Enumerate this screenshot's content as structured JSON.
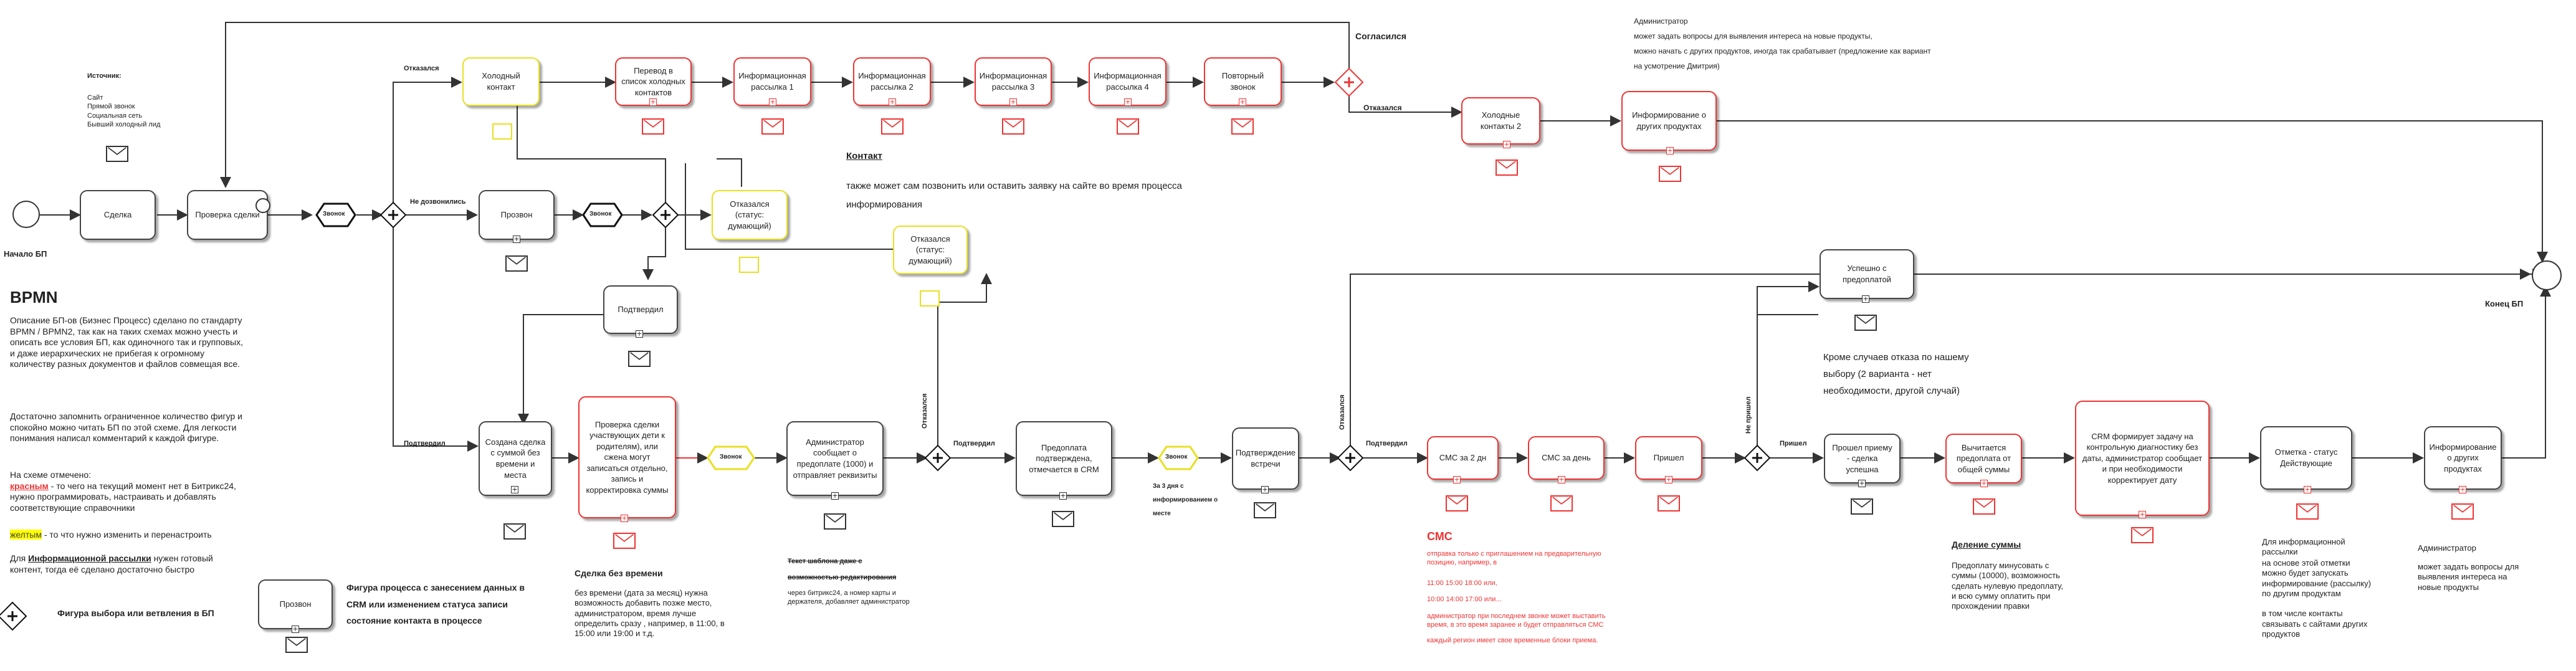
{
  "start_label": "Начало БП",
  "end_label": "Конец БП",
  "source": {
    "title": "Источник:",
    "items": "Сайт\nПрямой звонок\nСоциальная сеть\nБывший холодный лид"
  },
  "boxes": {
    "deal": "Сделка",
    "check_deal": "Проверка сделки",
    "cold_contact": "Холодный контакт",
    "transfer_cold": "Перевод в список холодных контактов",
    "info1": "Информационная рассылка 1",
    "info2": "Информационная рассылка 2",
    "info3": "Информационная рассылка 3",
    "info4": "Информационная рассылка 4",
    "repeat_call": "Повторный звонок",
    "cold2": "Холодные контакты 2",
    "info_other": "Информирование о других продуктах",
    "prozvon": "Прозвон",
    "refused_think": "Отказался (статус: думающий)",
    "refused_think2": "Отказался (статус: думающий)",
    "confirmed": "Подтвердил",
    "deal_created": "Создана сделка с суммой без времени и места",
    "check_deal2": "Проверка сделки участвующих  дети к родителям), или сжена могут записаться отдельно, запись и корректировка суммы",
    "admin_msg": "Администратор сообщает о предоплате (1000) и отправляет реквизиты",
    "prepay": "Предоплата подтверждена, отмечается в CRM",
    "confirm_meet": "Подтверждение встречи",
    "sms_2d": "СМС за 2 дн",
    "sms_1d": "СМС за день",
    "came": "Пришел",
    "passed": "Прошел приему - сделка успешна",
    "deduct": "Вычитается предоплата от общей суммы",
    "crm_task": "CRM формирует  задачу на контрольную диагностику без даты, администратор сообщает  и при необходимости корректирует дату",
    "mark_status": "Отметка - статус Действующие",
    "info_other2": "Информирование о других продуктах",
    "success_prepay": "Успешно с предоплатой",
    "legend_prozvon": "Прозвон"
  },
  "gates": {
    "call": "Звонок",
    "call2": "Звонок",
    "call3": "Звонок",
    "call4": "Звонок"
  },
  "flow_labels": {
    "refused1": "Отказался",
    "no_answer": "Не дозвонились",
    "confirmed": "Подтвердил",
    "refused2": "Отказался",
    "confirmed2": "Подтвердил",
    "days_before": "За 3 дня с информированием о месте",
    "refused3": "Отказался",
    "confirmed3": "Подтвердил",
    "no_came": "Не пришел",
    "came": "Пришел",
    "agreed": "Согласился",
    "refused4": "Отказался"
  },
  "admin_note": "Администратор\nможет задать вопросы для выявления интереса на новые продукты,\nможно начать с других продуктов, иногда так срабатывает  (предложение как вариант\nна усмотрение Дмитрия)",
  "contact_note": {
    "title": "Контакт",
    "text": "также может сам позвонить или оставить заявку на сайте во время процесса\nинформирования"
  },
  "refuse_note": "Кроме случаев отказа по нашему\nвыбору (2 варианта - нет\nнеобходимости, другой случай)",
  "bpmn": {
    "title": "BPMN",
    "p1": "Описание БП-ов (Бизнес Процесс) сделано по стандарту BPMN / BPMN2, так как на таких схемах можно учесть и описать все условия БП, как одиночного так и групповых, и даже иерархических не прибегая к  огромному количеству разных документов и файлов совмещая все.",
    "p2": "Достаточно запомнить ограниченное количество фигур и спокойно можно читать БП по этой схеме. Для легкости понимания написал комментарий к каждой фигуре.",
    "p3_pre": "На схеме отмечено:",
    "p3_red": "красным",
    "p3_post": " - то чего на текущий момент нет в Битрикс24, нужно  программировать, настраивать и добавлять соответствующие справочники",
    "p4_hl": "желтым",
    "p4_post": " - то что нужно изменить и перенастроить",
    "p5_pre": "Для ",
    "p5_u": "Информационной рассылки",
    "p5_post": " нужен готовый контент, тогда её сделано достаточно быстро"
  },
  "legend": {
    "figure_process": "Фигура процесса  с занесением данных в CRM или изменением статуса записи состояние контакта в процессе",
    "figure_gate": "Фигура выбора или ветвления в БП"
  },
  "notes": {
    "deal_no_time_title": "Сделка без времени",
    "deal_no_time_text": "без времени (дата за месяц) нужна возможность добавить позже место, администратором, время лучше определить сразу , например, в 11:00, в 15:00 или 19:00 и т.д.",
    "template_title": "Текст шаблона даже с возможностью редактирования",
    "template_text": "через битрикс24, а номер карты и держателя, добавляет администратор",
    "sms_title": "СМС",
    "sms_l1": "отправка только с приглашением на предварительную позицию, например, в",
    "sms_l2": "11:00 15:00 18:00 или,",
    "sms_l3": "10:00 14:00 17:00 или...",
    "sms_l4": "администратор при последнем звонке может выставить время, в это время заранее и будет отправляться СМС",
    "sms_l5": "каждый регион имеет свое временные блоки приема.",
    "deduct_title": "Деление суммы",
    "deduct_text": "Предоплату минусовать с суммы (10000), возможность сделать нулевую предоплату, и всю сумму оплатить при прохождении правки",
    "info_title": "Для информационной рассылки",
    "info_text": "на основе этой отметки можно будет запускать информирование (рассылку) по другим продуктам\n\nв том числе контакты связывать с сайтами других продуктов",
    "admin2_title": "Администратор",
    "admin2_text": "может задать вопросы для  выявления интереса на новые продукты"
  }
}
